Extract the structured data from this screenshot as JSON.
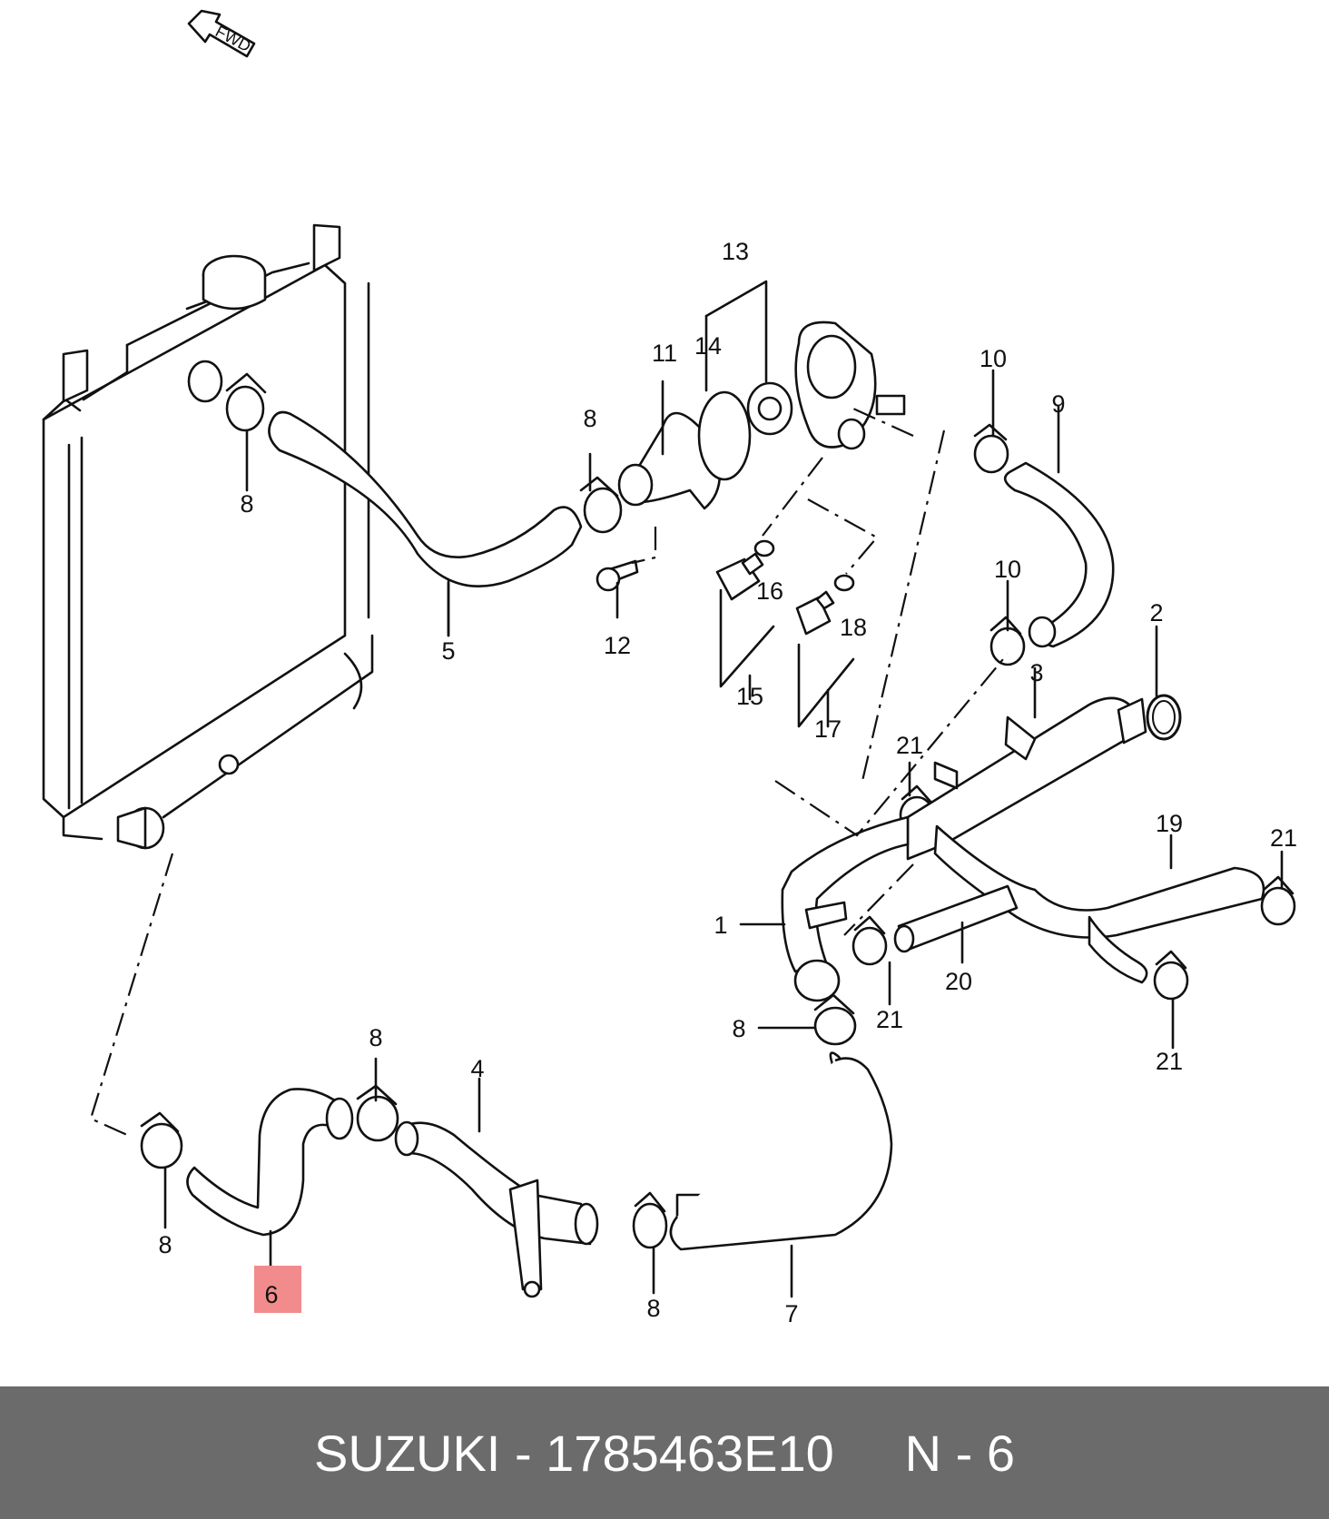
{
  "diagram": {
    "fwd_label": "FWD",
    "highlight_color": "#f28b8b",
    "highlighted_part": "6",
    "callouts": [
      "1",
      "2",
      "3",
      "4",
      "5",
      "6",
      "7",
      "8",
      "9",
      "10",
      "11",
      "12",
      "13",
      "14",
      "15",
      "16",
      "17",
      "18",
      "19",
      "20",
      "21"
    ]
  },
  "footer": {
    "brand": "SUZUKI",
    "separator": "-",
    "part_number": "1785463E10",
    "ref": "N - 6",
    "background": "#6b6b6b"
  }
}
